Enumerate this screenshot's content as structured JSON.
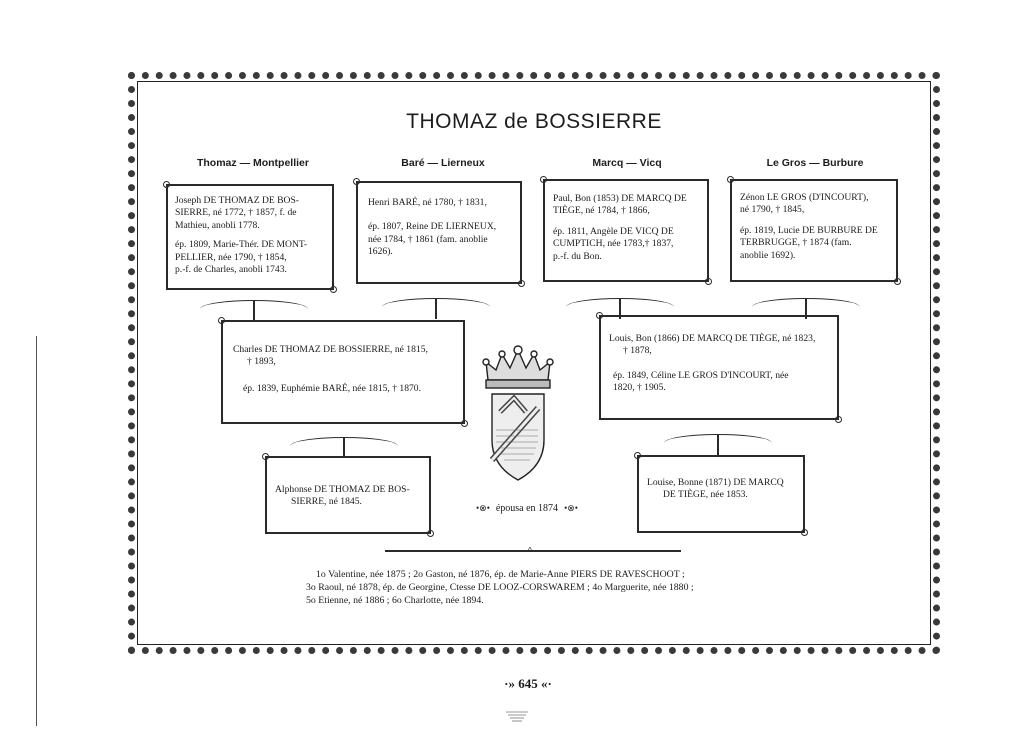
{
  "title": "THOMAZ de BOSSIERRE",
  "columns": [
    "Thomaz — Montpellier",
    "Baré — Lierneux",
    "Marcq — Vicq",
    "Le Gros — Burbure"
  ],
  "grandparents": [
    {
      "l1": "Joseph DE THOMAZ DE BOS-",
      "l2": "SIERRE, né 1772, † 1857, f. de",
      "l3": "Mathieu, anobli 1778.",
      "l4": "ép. 1809, Marie-Thér. DE MONT-",
      "l5": "PELLIER, née 1790, † 1854,",
      "l6": "p.-f. de Charles, anobli 1743."
    },
    {
      "l1": "Henri BARÉ, né 1780, † 1831,",
      "l2": "ép. 1807, Reine DE LIERNEUX,",
      "l3": "née 1784, † 1861 (fam. anoblie",
      "l4": "1626)."
    },
    {
      "l1": "Paul, Bon (1853) DE MARCQ DE",
      "l2": "TIÈGE, né 1784, † 1866,",
      "l3": "ép. 1811, Angèle DE VICQ DE",
      "l4": "CUMPTICH, née 1783,† 1837,",
      "l5": "p.-f. du Bon."
    },
    {
      "l1": "Zénon LE GROS (D'INCOURT),",
      "l2": "né 1790, † 1845,",
      "l3": "ép. 1819, Lucie DE BURBURE DE",
      "l4": "TERBRUGGE, † 1874 (fam.",
      "l5": "anoblie 1692)."
    }
  ],
  "parents": [
    {
      "l1": "Charles DE THOMAZ DE BOSSIERRE, né 1815,",
      "l2": "† 1893,",
      "l3": "ép. 1839, Euphémie BARÉ, née 1815, † 1870."
    },
    {
      "l1": "Louis, Bon (1866) DE MARCQ DE TIÈGE, né 1823,",
      "l2": "† 1878,",
      "l3": "ép. 1849, Céline LE GROS D'INCOURT, née",
      "l4": "1820, † 1905."
    }
  ],
  "couple": [
    {
      "l1": "Alphonse DE THOMAZ DE BOS-",
      "l2": "SIERRE, né 1845."
    },
    {
      "l1": "Louise, Bonne (1871) DE MARCQ",
      "l2": "DE TIÈGE, née 1853."
    }
  ],
  "married_text": "épousa en 1874",
  "children": {
    "l1": "1o Valentine, née 1875 ; 2o Gaston, né 1876, ép. de Marie-Anne PIERS DE RAVESCHOOT ;",
    "l2": "3o Raoul, né 1878, ép. de Georgine, Ctesse DE LOOZ-CORSWAREM ; 4o Marguerite, née 1880 ;",
    "l3": "5o Etienne, né 1886 ; 6o Charlotte, née 1894."
  },
  "page_number": "645",
  "icons": [
    "coat-of-arms-icon",
    "ornament-icon"
  ]
}
